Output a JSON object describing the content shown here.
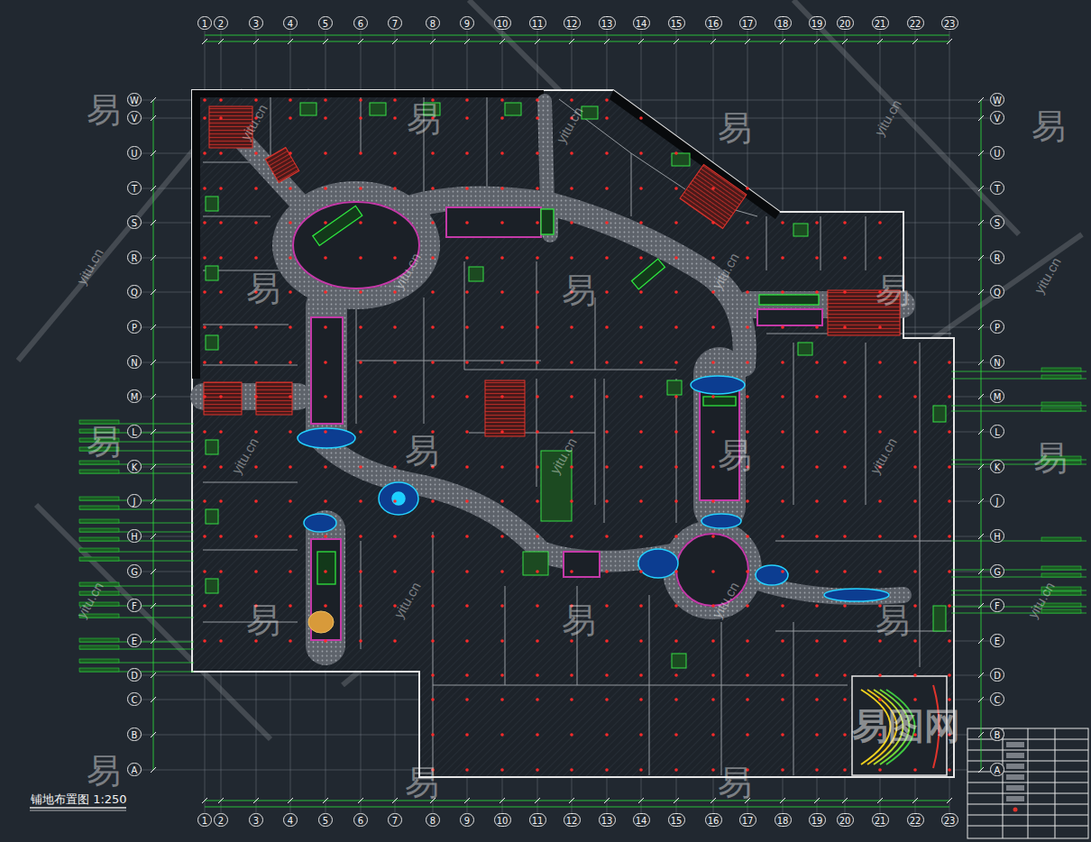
{
  "diagram": {
    "title": "铺地布置图 1:250",
    "labels": [
      "1",
      "2",
      "3",
      "4",
      "5",
      "6",
      "7",
      "8",
      "9",
      "10",
      "11",
      "12",
      "13",
      "14",
      "15",
      "16",
      "17",
      "18",
      "19",
      "20",
      "21",
      "22",
      "23",
      "1",
      "2",
      "3",
      "4",
      "5",
      "6",
      "7",
      "8",
      "9",
      "10",
      "11",
      "12",
      "13",
      "14",
      "15",
      "16",
      "17",
      "18",
      "19",
      "20",
      "21",
      "22",
      "23",
      "W",
      "V",
      "U",
      "T",
      "S",
      "R",
      "Q",
      "P",
      "N",
      "M",
      "L",
      "K",
      "J",
      "H",
      "G",
      "F",
      "E",
      "D",
      "C",
      "B",
      "A",
      "W",
      "V",
      "U",
      "T",
      "S",
      "R",
      "Q",
      "P",
      "N",
      "M",
      "L",
      "K",
      "J",
      "H",
      "G",
      "F",
      "E",
      "D",
      "C",
      "B",
      "A",
      "易",
      "易",
      "易",
      "易",
      "易",
      "易",
      "易",
      "易",
      "易",
      "易",
      "易",
      "易",
      "易",
      "易",
      "易",
      "易",
      "易",
      "yitu.cn",
      "yitu.cn",
      "yitu.cn",
      "yitu.cn",
      "yitu.cn",
      "yitu.cn",
      "yitu.cn",
      "yitu.cn",
      "yitu.cn",
      "yitu.cn",
      "yitu.cn",
      "yitu.cn",
      "yitu.cn",
      "yitu.cn",
      "易图网"
    ]
  }
}
